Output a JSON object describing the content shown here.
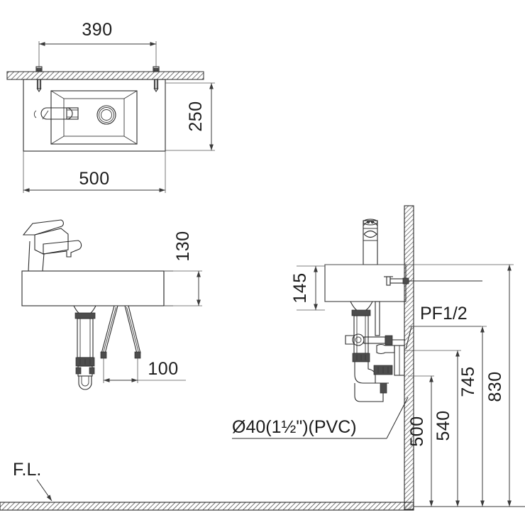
{
  "drawing": {
    "title": "Wall-hung washbasin installation drawing",
    "line_color": "#2b2b2b",
    "hatch_color": "#4a4a4a",
    "background": "#ffffff",
    "units": "mm"
  },
  "views": {
    "top": {
      "name": "top-view",
      "label": ""
    },
    "front": {
      "name": "front-view",
      "label": ""
    },
    "side": {
      "name": "side-view",
      "label": ""
    }
  },
  "dimensions": {
    "top_inner_width": "390",
    "top_overall_width": "500",
    "top_depth": "250",
    "front_basin_height": "130",
    "front_supply_spacing": "100",
    "side_basin_depth": "145",
    "side_drain_height": "500",
    "side_trap_height": "540",
    "side_supply_height": "745",
    "side_basin_top_height": "830"
  },
  "annotations": {
    "supply_thread": "PF1/2",
    "drain_pipe": "Ø40(1½\")(PVC)",
    "floor_level": "F.L."
  }
}
